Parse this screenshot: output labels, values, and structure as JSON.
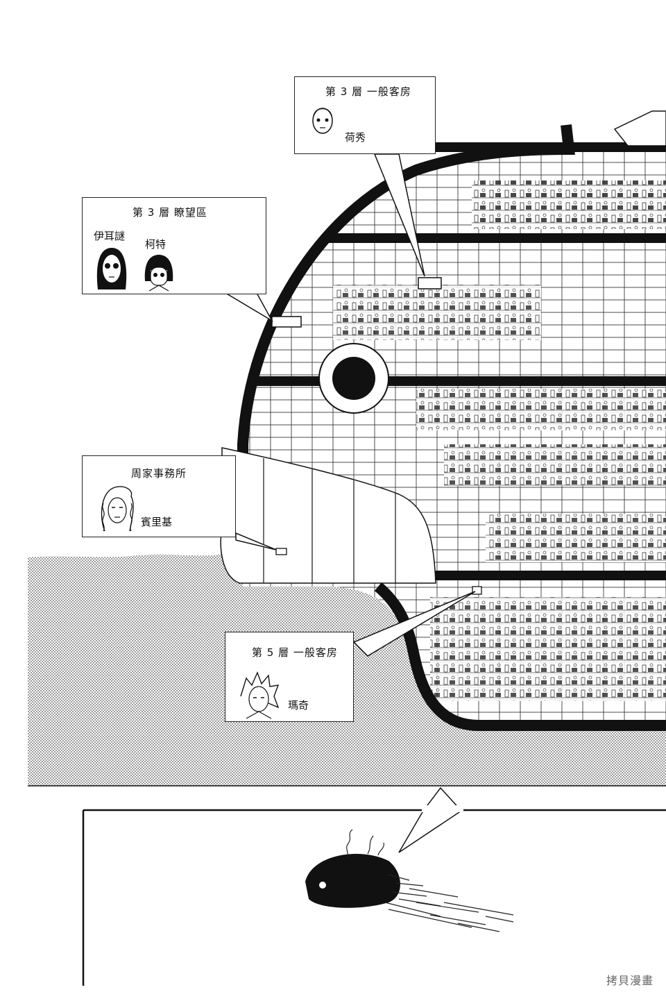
{
  "callouts": {
    "top": {
      "title": "第 3 層  一般客房",
      "names": [
        "荷秀"
      ]
    },
    "lookout": {
      "title": "第 3 層  瞭望區",
      "names": [
        "伊耳謎",
        "柯特"
      ]
    },
    "office": {
      "title": "周家事務所",
      "names": [
        "賓里基"
      ]
    },
    "floor5": {
      "title": "第 5 層  一般客房",
      "names": [
        "瑪奇"
      ]
    }
  },
  "watermark": "拷貝漫畫",
  "colors": {
    "ink": "#111111",
    "paper": "#ffffff",
    "screentone": "#9a9a9a"
  },
  "icons": {
    "porthole": "porthole-icon",
    "face": "character-face-icon"
  }
}
